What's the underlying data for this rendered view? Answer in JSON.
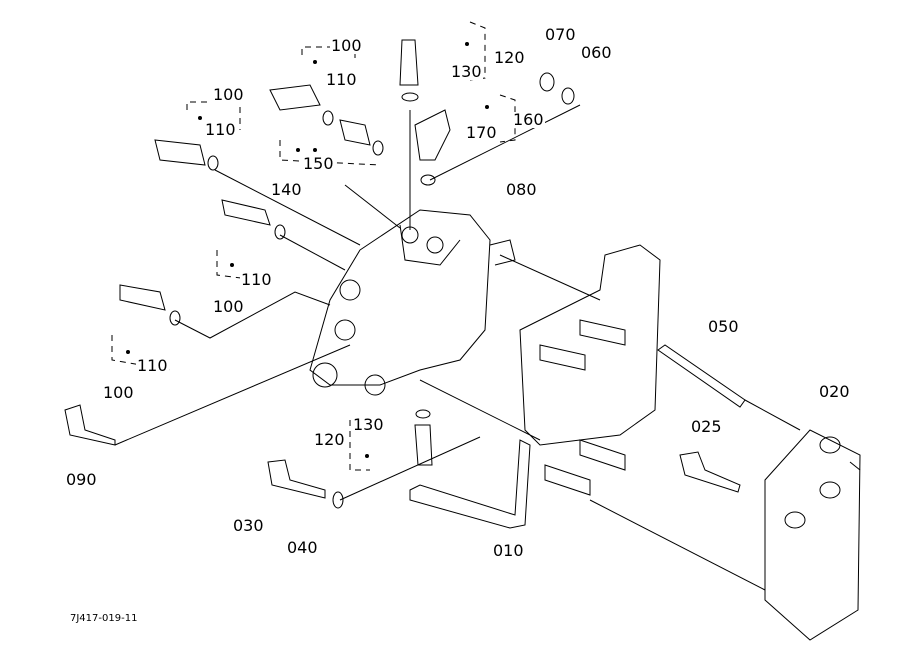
{
  "drawing_code": "7J417-019-11",
  "part_labels": [
    "100",
    "110",
    "120",
    "130",
    "070",
    "060",
    "100",
    "110",
    "170",
    "160",
    "150",
    "140",
    "080",
    "110",
    "100",
    "050",
    "110",
    "100",
    "020",
    "130",
    "025",
    "120",
    "090",
    "030",
    "040",
    "010"
  ],
  "line_color": "#000000",
  "background": "#ffffff"
}
